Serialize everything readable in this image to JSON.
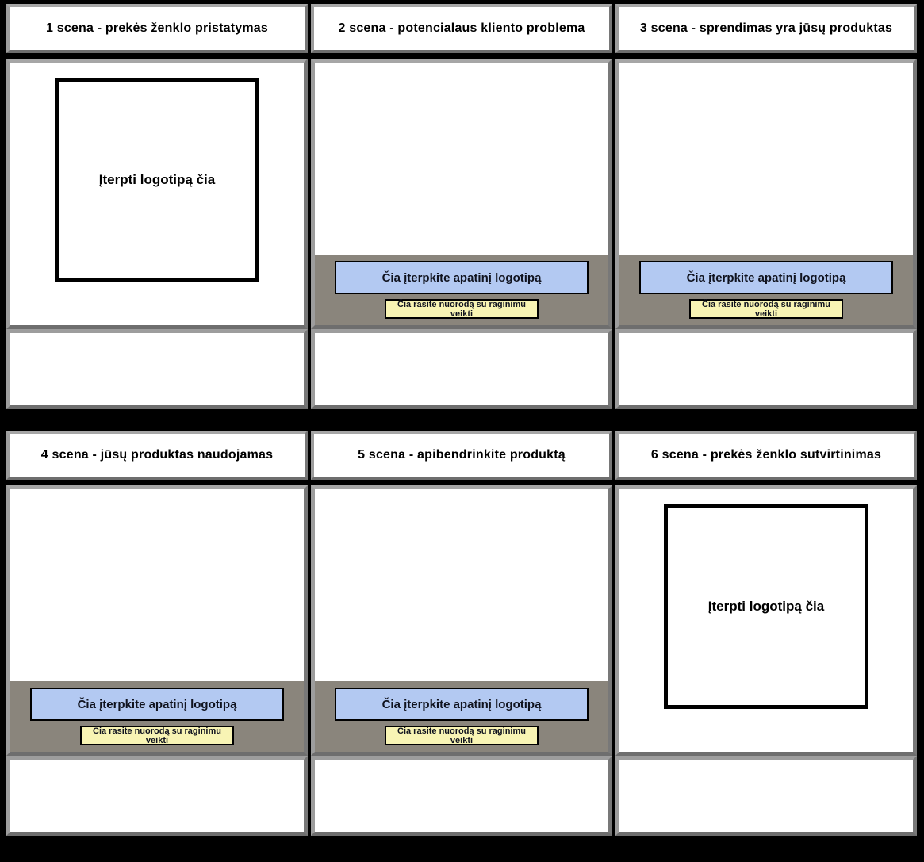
{
  "labels": {
    "logo_placeholder": "Įterpti logotipą čia",
    "footer_logo_button": "Čia įterpkite apatinį logotipą",
    "cta_button": "Čia rasite nuorodą su raginimu veikti"
  },
  "colors": {
    "page_background": "#000000",
    "box_background": "#ffffff",
    "footer_background": "#8a857c",
    "footer_logo_button_bg": "#b3c9f2",
    "cta_button_bg": "#f8f4b4"
  },
  "cells": [
    {
      "title": "1 scena - prekės ženklo pristatymas",
      "variant": "logo"
    },
    {
      "title": "2 scena - potencialaus kliento problema",
      "variant": "footer-buttons"
    },
    {
      "title": "3 scena - sprendimas yra jūsų produktas",
      "variant": "footer-buttons"
    },
    {
      "title": "4 scena - jūsų produktas naudojamas",
      "variant": "footer-buttons"
    },
    {
      "title": "5 scena - apibendrinkite produktą",
      "variant": "footer-buttons"
    },
    {
      "title": "6 scena - prekės ženklo sutvirtinimas",
      "variant": "logo"
    }
  ]
}
